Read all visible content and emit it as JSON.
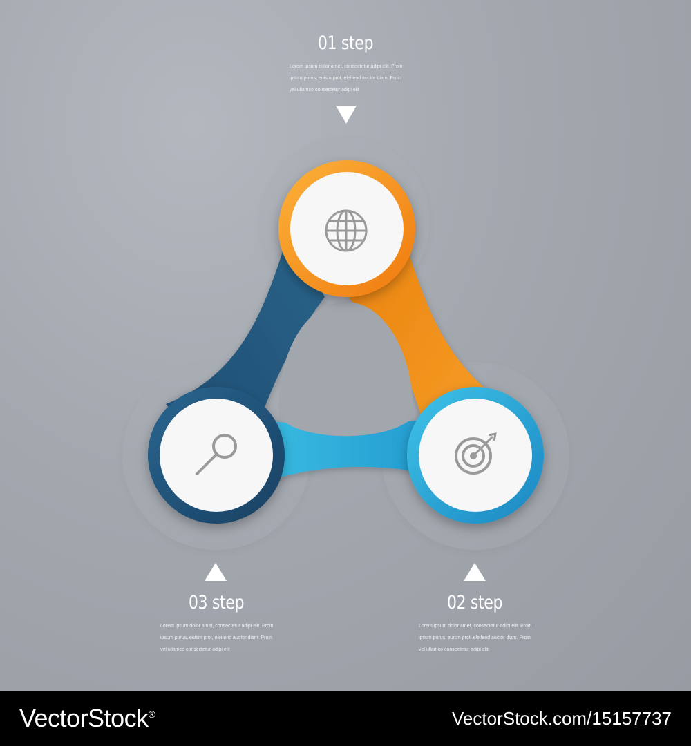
{
  "steps": [
    {
      "title": "01 step",
      "desc_lines": [
        "Lorem ipsum dolor amet, consectetur adipi elit. Proin",
        "ipsum purus, euism prot, eleifend auctor diam. Proin",
        "vel ullamco consectetur adipi elit"
      ],
      "icon": "globe-icon",
      "color": "#f7941d"
    },
    {
      "title": "02 step",
      "desc_lines": [
        "Lorem ipsum dolor amet, consectetur adipi elit. Proin",
        "ipsum purus, euism prot, eleifend auctor diam. Proin",
        "vel ullamco consectetur adipi elit"
      ],
      "icon": "target-icon",
      "color": "#29a8d6"
    },
    {
      "title": "03 step",
      "desc_lines": [
        "Lorem ipsum dolor amet, consectetur adipi elit. Proin",
        "ipsum purus, euism prot, eleifend auctor diam. Proin",
        "vel ullamco consectetur adipi elit"
      ],
      "icon": "magnifier-icon",
      "color": "#1f4f74"
    }
  ],
  "footer": {
    "brand": "VectorStock",
    "superscript": "®",
    "image_url": "VectorStock.com/15157737"
  }
}
